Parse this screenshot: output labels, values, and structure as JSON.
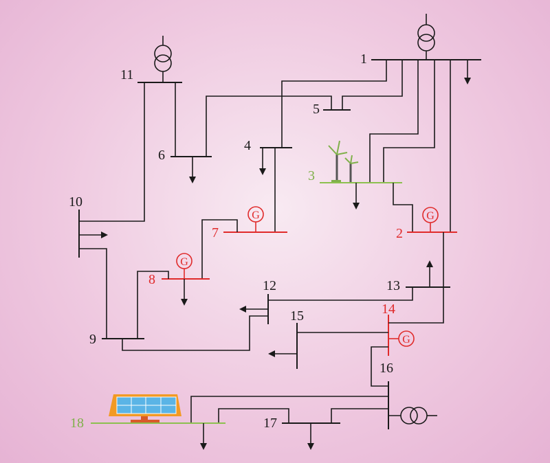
{
  "buses": [
    {
      "id": "bus-1",
      "label": "1",
      "type": "transformer"
    },
    {
      "id": "bus-2",
      "label": "2",
      "type": "generator"
    },
    {
      "id": "bus-3",
      "label": "3",
      "type": "wind"
    },
    {
      "id": "bus-4",
      "label": "4",
      "type": "load"
    },
    {
      "id": "bus-5",
      "label": "5",
      "type": "plain"
    },
    {
      "id": "bus-6",
      "label": "6",
      "type": "load"
    },
    {
      "id": "bus-7",
      "label": "7",
      "type": "generator"
    },
    {
      "id": "bus-8",
      "label": "8",
      "type": "generator"
    },
    {
      "id": "bus-9",
      "label": "9",
      "type": "plain"
    },
    {
      "id": "bus-10",
      "label": "10",
      "type": "load"
    },
    {
      "id": "bus-11",
      "label": "11",
      "type": "transformer"
    },
    {
      "id": "bus-12",
      "label": "12",
      "type": "load"
    },
    {
      "id": "bus-13",
      "label": "13",
      "type": "load"
    },
    {
      "id": "bus-14",
      "label": "14",
      "type": "generator"
    },
    {
      "id": "bus-15",
      "label": "15",
      "type": "load"
    },
    {
      "id": "bus-16",
      "label": "16",
      "type": "transformer"
    },
    {
      "id": "bus-17",
      "label": "17",
      "type": "load"
    },
    {
      "id": "bus-18",
      "label": "18",
      "type": "solar"
    }
  ],
  "generator_symbol": "G",
  "colors": {
    "line": "#1a1a1a",
    "generator_bus": "#e02a2a",
    "renewable_bus": "#8cc04f",
    "background": "#efc9e0"
  },
  "icons": [
    "transformer-icon",
    "generator-icon",
    "wind-turbine-icon",
    "solar-panel-icon",
    "load-arrow-icon"
  ]
}
